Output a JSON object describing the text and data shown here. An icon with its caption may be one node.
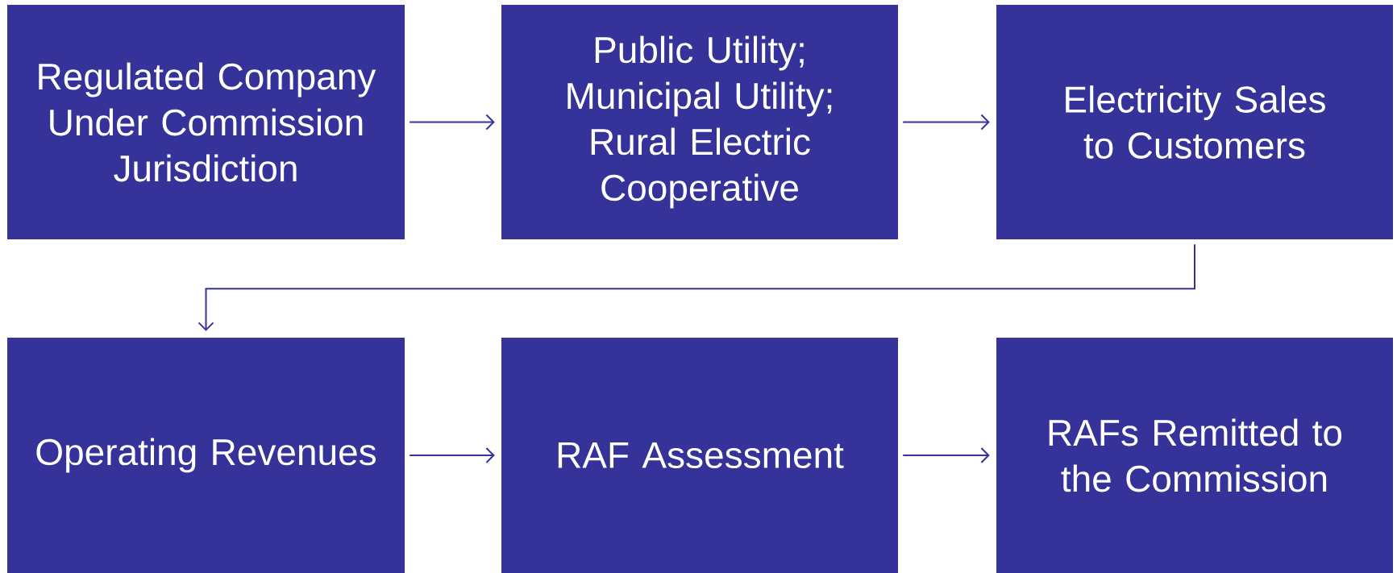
{
  "diagram": {
    "nodes": [
      {
        "text": [
          "Regulated Company Under Commission Jurisdiction"
        ]
      },
      {
        "text": [
          "Public Utility; Municipal Utility; Rural Electric Cooperative"
        ]
      },
      {
        "text": [
          "Electricity Sales to Customers"
        ]
      },
      {
        "text": [
          "Operating Revenues"
        ]
      },
      {
        "text": [
          "RAF Assessment"
        ]
      },
      {
        "text": [
          "RAFs Remitted to the Commission"
        ]
      }
    ],
    "edges": [
      {
        "from": 0,
        "to": 1,
        "arrow": "to"
      },
      {
        "from": 1,
        "to": 2,
        "arrow": "to"
      },
      {
        "from": 2,
        "to": 3,
        "arrow": "to"
      },
      {
        "from": 3,
        "to": 4,
        "arrow": "to"
      },
      {
        "from": 4,
        "to": 5,
        "arrow": "to"
      }
    ]
  }
}
